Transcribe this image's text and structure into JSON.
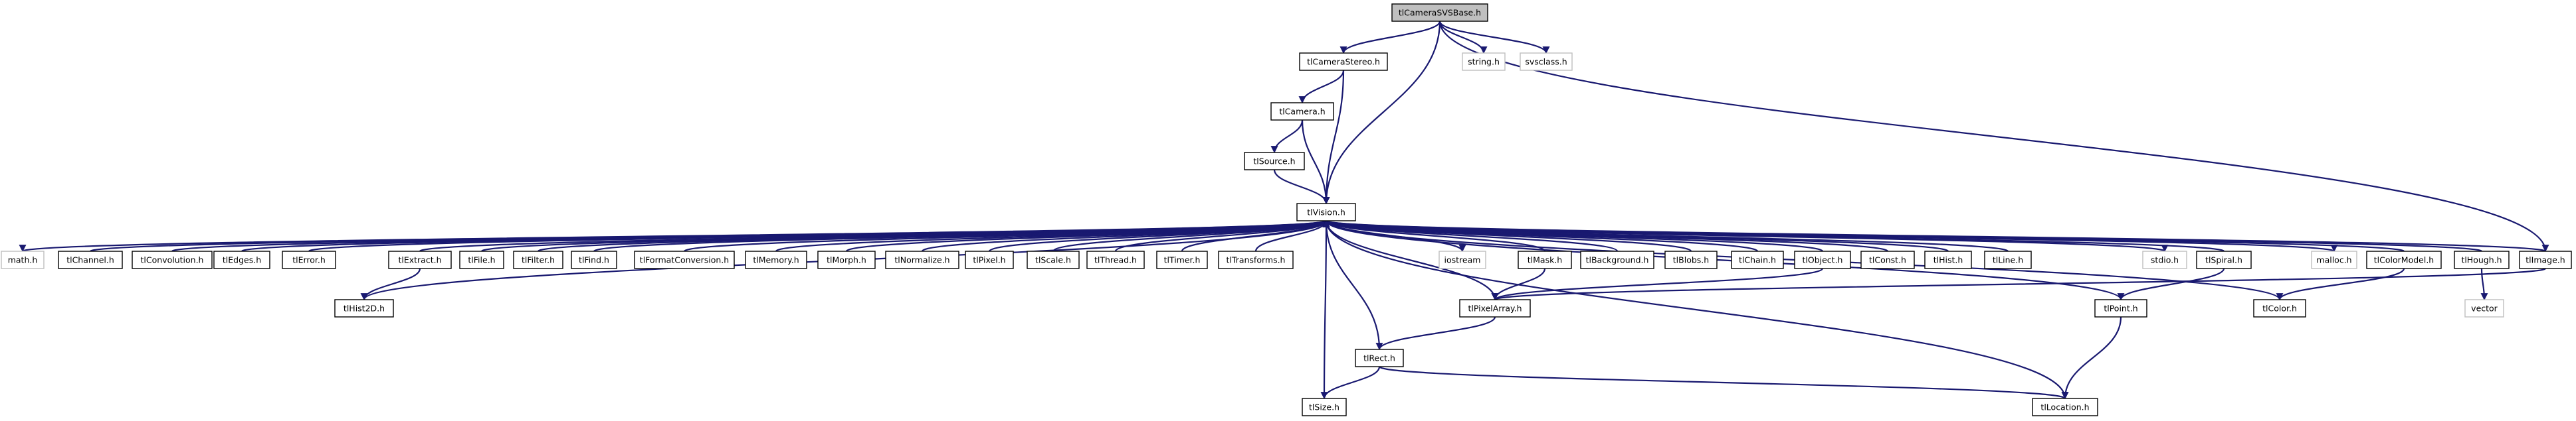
{
  "colors": {
    "edge": "#191970",
    "node_border": "#000000",
    "external_border": "#bfbfbf",
    "root_fill": "#bfbfbf",
    "node_fill": "#ffffff",
    "external_text": "#4d4d4d"
  },
  "nodes": [
    {
      "id": "tlCameraSVSBase.h",
      "label": "tlCameraSVSBase.h",
      "kind": "root"
    },
    {
      "id": "tlCameraStereo.h",
      "label": "tlCameraStereo.h",
      "kind": "file"
    },
    {
      "id": "string.h",
      "label": "string.h",
      "kind": "external"
    },
    {
      "id": "svsclass.h",
      "label": "svsclass.h",
      "kind": "external"
    },
    {
      "id": "tlCamera.h",
      "label": "tlCamera.h",
      "kind": "file"
    },
    {
      "id": "tlSource.h",
      "label": "tlSource.h",
      "kind": "file"
    },
    {
      "id": "tlVision.h",
      "label": "tlVision.h",
      "kind": "file"
    },
    {
      "id": "math.h",
      "label": "math.h",
      "kind": "external"
    },
    {
      "id": "tlChannel.h",
      "label": "tlChannel.h",
      "kind": "file"
    },
    {
      "id": "tlConvolution.h",
      "label": "tlConvolution.h",
      "kind": "file"
    },
    {
      "id": "tlEdges.h",
      "label": "tlEdges.h",
      "kind": "file"
    },
    {
      "id": "tlError.h",
      "label": "tlError.h",
      "kind": "file"
    },
    {
      "id": "tlExtract.h",
      "label": "tlExtract.h",
      "kind": "file"
    },
    {
      "id": "tlFile.h",
      "label": "tlFile.h",
      "kind": "file"
    },
    {
      "id": "tlFilter.h",
      "label": "tlFilter.h",
      "kind": "file"
    },
    {
      "id": "tlFind.h",
      "label": "tlFind.h",
      "kind": "file"
    },
    {
      "id": "tlFormatConversion.h",
      "label": "tlFormatConversion.h",
      "kind": "file"
    },
    {
      "id": "tlMemory.h",
      "label": "tlMemory.h",
      "kind": "file"
    },
    {
      "id": "tlMorph.h",
      "label": "tlMorph.h",
      "kind": "file"
    },
    {
      "id": "tlNormalize.h",
      "label": "tlNormalize.h",
      "kind": "file"
    },
    {
      "id": "tlPixel.h",
      "label": "tlPixel.h",
      "kind": "file"
    },
    {
      "id": "tlScale.h",
      "label": "tlScale.h",
      "kind": "file"
    },
    {
      "id": "tlThread.h",
      "label": "tlThread.h",
      "kind": "file"
    },
    {
      "id": "tlTimer.h",
      "label": "tlTimer.h",
      "kind": "file"
    },
    {
      "id": "tlTransforms.h",
      "label": "tlTransforms.h",
      "kind": "file"
    },
    {
      "id": "iostream",
      "label": "iostream",
      "kind": "external"
    },
    {
      "id": "tlMask.h",
      "label": "tlMask.h",
      "kind": "file"
    },
    {
      "id": "tlBackground.h",
      "label": "tlBackground.h",
      "kind": "file"
    },
    {
      "id": "tlBlobs.h",
      "label": "tlBlobs.h",
      "kind": "file"
    },
    {
      "id": "tlChain.h",
      "label": "tlChain.h",
      "kind": "file"
    },
    {
      "id": "tlObject.h",
      "label": "tlObject.h",
      "kind": "file"
    },
    {
      "id": "tlConst.h",
      "label": "tlConst.h",
      "kind": "file"
    },
    {
      "id": "tlHist.h",
      "label": "tlHist.h",
      "kind": "file"
    },
    {
      "id": "tlLine.h",
      "label": "tlLine.h",
      "kind": "file"
    },
    {
      "id": "stdio.h",
      "label": "stdio.h",
      "kind": "external"
    },
    {
      "id": "tlSpiral.h",
      "label": "tlSpiral.h",
      "kind": "file"
    },
    {
      "id": "malloc.h",
      "label": "malloc.h",
      "kind": "external"
    },
    {
      "id": "tlColorModel.h",
      "label": "tlColorModel.h",
      "kind": "file"
    },
    {
      "id": "tlHough.h",
      "label": "tlHough.h",
      "kind": "file"
    },
    {
      "id": "tlImage.h",
      "label": "tlImage.h",
      "kind": "file"
    },
    {
      "id": "tlHist2D.h",
      "label": "tlHist2D.h",
      "kind": "file"
    },
    {
      "id": "tlPixelArray.h",
      "label": "tlPixelArray.h",
      "kind": "file"
    },
    {
      "id": "tlPoint.h",
      "label": "tlPoint.h",
      "kind": "file"
    },
    {
      "id": "tlColor.h",
      "label": "tlColor.h",
      "kind": "file"
    },
    {
      "id": "vector",
      "label": "vector",
      "kind": "external"
    },
    {
      "id": "tlRect.h",
      "label": "tlRect.h",
      "kind": "file"
    },
    {
      "id": "tlSize.h",
      "label": "tlSize.h",
      "kind": "file"
    },
    {
      "id": "tlLocation.h",
      "label": "tlLocation.h",
      "kind": "file"
    }
  ],
  "edges": [
    {
      "from": "tlCameraSVSBase.h",
      "to": "tlCameraStereo.h"
    },
    {
      "from": "tlCameraSVSBase.h",
      "to": "string.h"
    },
    {
      "from": "tlCameraSVSBase.h",
      "to": "svsclass.h"
    },
    {
      "from": "tlCameraSVSBase.h",
      "to": "tlVision.h"
    },
    {
      "from": "tlCameraSVSBase.h",
      "to": "tlImage.h"
    },
    {
      "from": "tlCameraStereo.h",
      "to": "tlCamera.h"
    },
    {
      "from": "tlCameraStereo.h",
      "to": "tlVision.h"
    },
    {
      "from": "tlCamera.h",
      "to": "tlSource.h"
    },
    {
      "from": "tlCamera.h",
      "to": "tlVision.h"
    },
    {
      "from": "tlSource.h",
      "to": "tlVision.h"
    },
    {
      "from": "tlVision.h",
      "to": "math.h"
    },
    {
      "from": "tlChannel.h",
      "to": "tlVision.h"
    },
    {
      "from": "tlConvolution.h",
      "to": "tlVision.h"
    },
    {
      "from": "tlEdges.h",
      "to": "tlVision.h"
    },
    {
      "from": "tlError.h",
      "to": "tlVision.h"
    },
    {
      "from": "tlExtract.h",
      "to": "tlVision.h"
    },
    {
      "from": "tlExtract.h",
      "to": "tlHist2D.h"
    },
    {
      "from": "tlHist2D.h",
      "to": "tlVision.h"
    },
    {
      "from": "tlFile.h",
      "to": "tlVision.h"
    },
    {
      "from": "tlFilter.h",
      "to": "tlVision.h"
    },
    {
      "from": "tlFind.h",
      "to": "tlVision.h"
    },
    {
      "from": "tlFormatConversion.h",
      "to": "tlVision.h"
    },
    {
      "from": "tlMemory.h",
      "to": "tlVision.h"
    },
    {
      "from": "tlMorph.h",
      "to": "tlVision.h"
    },
    {
      "from": "tlNormalize.h",
      "to": "tlVision.h"
    },
    {
      "from": "tlPixel.h",
      "to": "tlVision.h"
    },
    {
      "from": "tlScale.h",
      "to": "tlVision.h"
    },
    {
      "from": "tlThread.h",
      "to": "tlVision.h"
    },
    {
      "from": "tlTimer.h",
      "to": "tlVision.h"
    },
    {
      "from": "tlTransforms.h",
      "to": "tlVision.h"
    },
    {
      "from": "tlVision.h",
      "to": "iostream"
    },
    {
      "from": "tlMask.h",
      "to": "tlVision.h"
    },
    {
      "from": "tlMask.h",
      "to": "tlPixelArray.h"
    },
    {
      "from": "tlBackground.h",
      "to": "tlVision.h"
    },
    {
      "from": "tlBlobs.h",
      "to": "tlVision.h"
    },
    {
      "from": "tlChain.h",
      "to": "tlVision.h"
    },
    {
      "from": "tlObject.h",
      "to": "tlVision.h"
    },
    {
      "from": "tlObject.h",
      "to": "tlPixelArray.h"
    },
    {
      "from": "tlConst.h",
      "to": "tlVision.h"
    },
    {
      "from": "tlHist.h",
      "to": "tlVision.h"
    },
    {
      "from": "tlLine.h",
      "to": "tlVision.h"
    },
    {
      "from": "tlVision.h",
      "to": "stdio.h"
    },
    {
      "from": "tlSpiral.h",
      "to": "tlVision.h"
    },
    {
      "from": "tlSpiral.h",
      "to": "tlPoint.h"
    },
    {
      "from": "tlVision.h",
      "to": "malloc.h"
    },
    {
      "from": "tlColorModel.h",
      "to": "tlVision.h"
    },
    {
      "from": "tlColorModel.h",
      "to": "tlColor.h"
    },
    {
      "from": "tlHough.h",
      "to": "tlVision.h"
    },
    {
      "from": "tlHough.h",
      "to": "vector"
    },
    {
      "from": "tlImage.h",
      "to": "tlVision.h"
    },
    {
      "from": "tlImage.h",
      "to": "tlPixelArray.h"
    },
    {
      "from": "tlPixelArray.h",
      "to": "tlVision.h"
    },
    {
      "from": "tlPixelArray.h",
      "to": "tlRect.h"
    },
    {
      "from": "tlPoint.h",
      "to": "tlVision.h"
    },
    {
      "from": "tlPoint.h",
      "to": "tlLocation.h"
    },
    {
      "from": "tlColor.h",
      "to": "tlVision.h"
    },
    {
      "from": "tlRect.h",
      "to": "tlVision.h"
    },
    {
      "from": "tlRect.h",
      "to": "tlSize.h"
    },
    {
      "from": "tlRect.h",
      "to": "tlLocation.h"
    },
    {
      "from": "tlSize.h",
      "to": "tlVision.h"
    },
    {
      "from": "tlLocation.h",
      "to": "tlVision.h"
    }
  ]
}
